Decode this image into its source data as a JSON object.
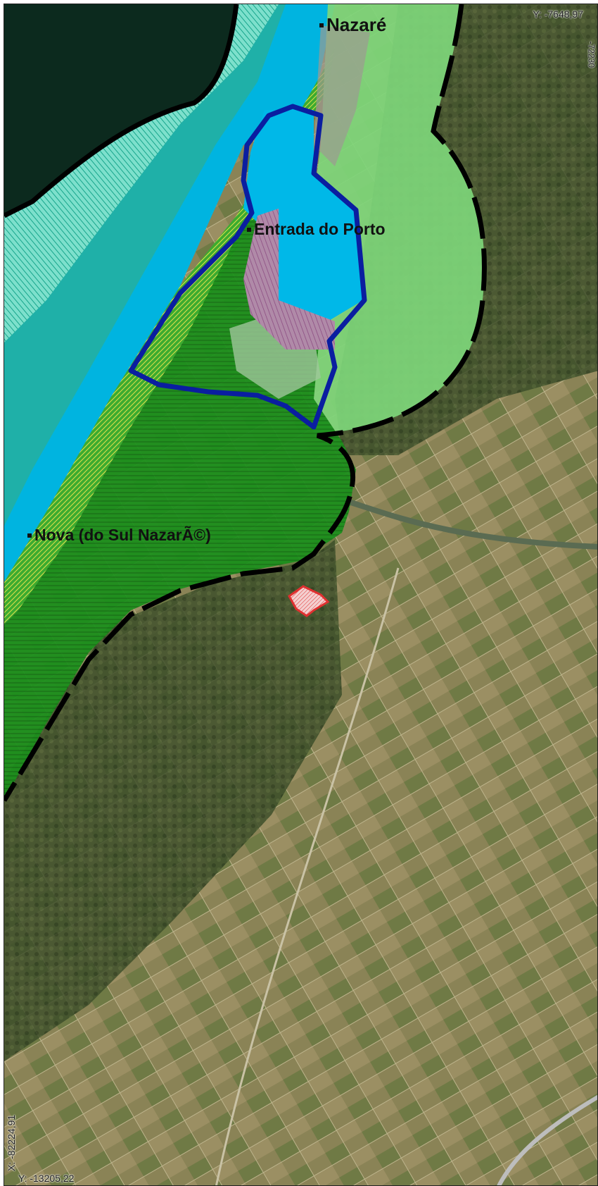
{
  "map": {
    "places": {
      "nazare": "Nazaré",
      "entrada_do_porto": "Entrada do Porto",
      "nova_do_sul": "Nova (do Sul NazarÃ©)"
    },
    "coordinates": {
      "top_y": "Y: -7648,97",
      "top_side": "-72230",
      "bottom_x": "X: -82224,91",
      "bottom_y": "Y: -13205,22"
    },
    "colors": {
      "sea_dark": "#0c2a1e",
      "sea_hatch": "#3fc7b0",
      "sea_teal": "#1fb0a8",
      "sea_light": "#00b4e0",
      "port_area": "#00b8e8",
      "green_dark": "#1a8a1a",
      "green_light": "#7ed67a",
      "boundary_blue": "#0a1ea0",
      "boundary_black": "#000000",
      "red_parcel": "#e03030",
      "beach_yellow": "#d9d640"
    }
  }
}
